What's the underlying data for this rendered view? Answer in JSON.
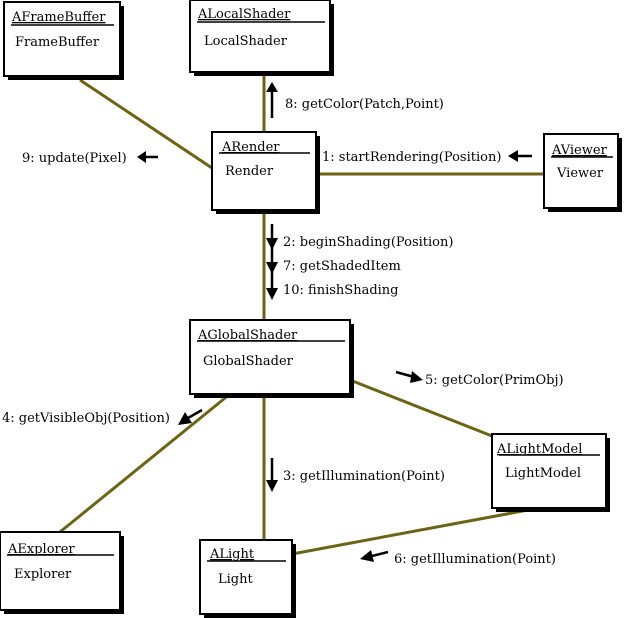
{
  "objects": {
    "frame_buffer": {
      "instance": "AFrameBuffer",
      "class": "FrameBuffer"
    },
    "local_shader": {
      "instance": "ALocalShader",
      "class": "LocalShader"
    },
    "render": {
      "instance": "ARender",
      "class": "Render"
    },
    "viewer": {
      "instance": "AViewer",
      "class": "Viewer"
    },
    "global_shader": {
      "instance": "AGlobalShader",
      "class": "GlobalShader"
    },
    "light_model": {
      "instance": "ALightModel",
      "class": "LightModel"
    },
    "explorer": {
      "instance": "AExplorer",
      "class": "Explorer"
    },
    "light": {
      "instance": "ALight",
      "class": "Light"
    }
  },
  "messages": {
    "m1": "1: startRendering(Position)",
    "m2": "2: beginShading(Position)",
    "m3": "3: getIllumination(Point)",
    "m4": "4: getVisibleObj(Position)",
    "m5": "5: getColor(PrimObj)",
    "m6": "6: getIllumination(Point)",
    "m7": "7: getShadedItem",
    "m8": "8: getColor(Patch,Point)",
    "m9": "9: update(Pixel)",
    "m10": "10: finishShading"
  },
  "colors": {
    "link": "#6b6315",
    "box_border": "#000000",
    "box_shadow": "#000000",
    "arrow": "#000000"
  }
}
